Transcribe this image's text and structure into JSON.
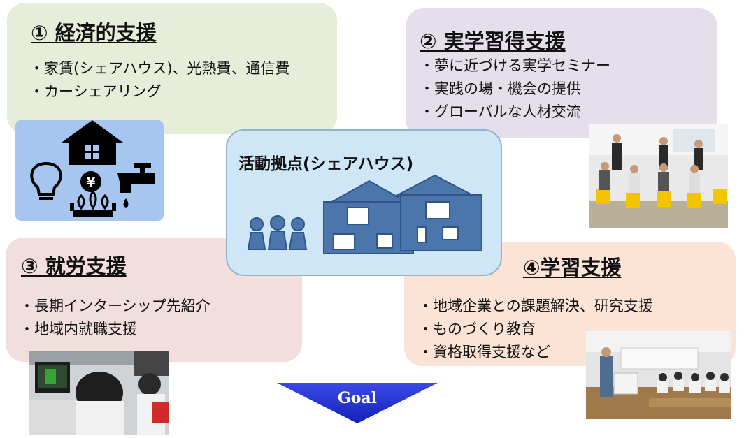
{
  "sections": {
    "economic": {
      "title": "① 経済的支援",
      "items": [
        "・家賃(シェアハウス)、光熱費、通信費",
        "・カーシェアリング"
      ]
    },
    "practical": {
      "title": "② 実学習得支援",
      "items": [
        "・夢に近づける実学セミナー",
        "・実践の場・機会の提供",
        "・グローバルな人材交流"
      ]
    },
    "employment": {
      "title": "③ 就労支援",
      "items": [
        "・長期インターシップ先紹介",
        "・地域内就職支援"
      ]
    },
    "learning": {
      "title": "④学習支援",
      "items": [
        "・地域企業との課題解決、研究支援",
        "・ものづくり教育",
        "・資格取得支援など"
      ]
    }
  },
  "center": {
    "title": "活動拠点(シェアハウス)"
  },
  "goal": {
    "label": "Goal"
  },
  "icons": [
    "house-icon",
    "lightbulb-icon",
    "yen-coin-icon",
    "faucet-icon",
    "gas-burner-icon",
    "people-icon",
    "share-house-icon"
  ],
  "colors": {
    "economic_bg": "#e6edd8",
    "practical_bg": "#e4dfeb",
    "employment_bg": "#f3dede",
    "learning_bg": "#fbe4d6",
    "center_bg": "#cfe6f6",
    "house_fill": "#4a76ac",
    "goal_arrow": "#1f2fd0"
  }
}
